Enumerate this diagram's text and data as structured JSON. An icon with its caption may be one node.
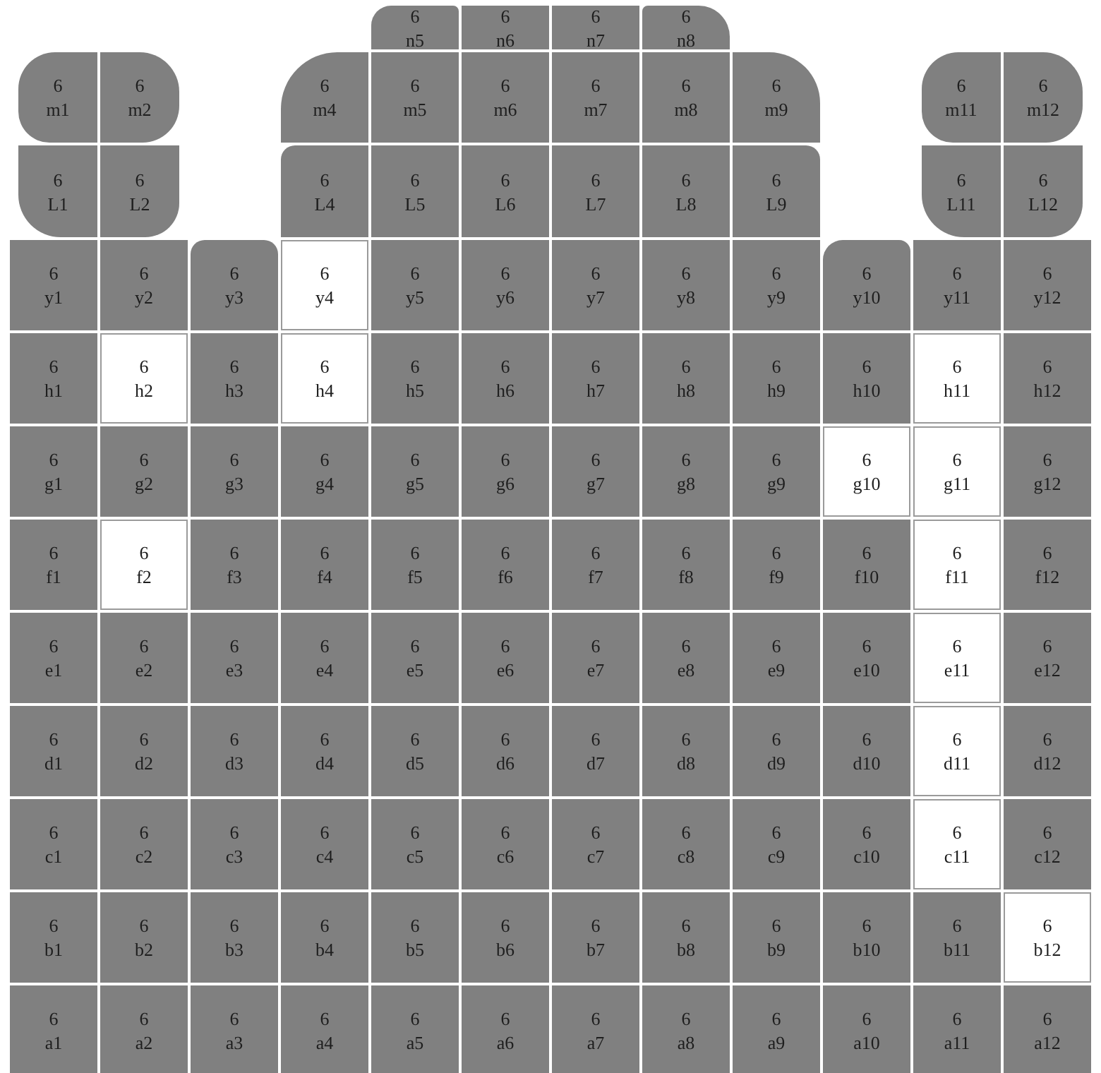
{
  "diagram": {
    "nodes": [
      {
        "text": [
          "6",
          "n5"
        ]
      },
      {
        "text": [
          "6",
          "n6"
        ]
      },
      {
        "text": [
          "6",
          "n7"
        ]
      },
      {
        "text": [
          "6",
          "n8"
        ]
      },
      {
        "text": [
          "6",
          "m1"
        ]
      },
      {
        "text": [
          "6",
          "m2"
        ]
      },
      {
        "text": [
          "6",
          "m4"
        ]
      },
      {
        "text": [
          "6",
          "m5"
        ]
      },
      {
        "text": [
          "6",
          "m6"
        ]
      },
      {
        "text": [
          "6",
          "m7"
        ]
      },
      {
        "text": [
          "6",
          "m8"
        ]
      },
      {
        "text": [
          "6",
          "m9"
        ]
      },
      {
        "text": [
          "6",
          "m11"
        ]
      },
      {
        "text": [
          "6",
          "m12"
        ]
      },
      {
        "text": [
          "6",
          "L1"
        ]
      },
      {
        "text": [
          "6",
          "L2"
        ]
      },
      {
        "text": [
          "6",
          "L4"
        ]
      },
      {
        "text": [
          "6",
          "L5"
        ]
      },
      {
        "text": [
          "6",
          "L6"
        ]
      },
      {
        "text": [
          "6",
          "L7"
        ]
      },
      {
        "text": [
          "6",
          "L8"
        ]
      },
      {
        "text": [
          "6",
          "L9"
        ]
      },
      {
        "text": [
          "6",
          "L11"
        ]
      },
      {
        "text": [
          "6",
          "L12"
        ]
      },
      {
        "text": [
          "6",
          "y1"
        ]
      },
      {
        "text": [
          "6",
          "y2"
        ]
      },
      {
        "text": [
          "6",
          "y3"
        ]
      },
      {
        "text": [
          "6",
          "y4"
        ]
      },
      {
        "text": [
          "6",
          "y5"
        ]
      },
      {
        "text": [
          "6",
          "y6"
        ]
      },
      {
        "text": [
          "6",
          "y7"
        ]
      },
      {
        "text": [
          "6",
          "y8"
        ]
      },
      {
        "text": [
          "6",
          "y9"
        ]
      },
      {
        "text": [
          "6",
          "y10"
        ]
      },
      {
        "text": [
          "6",
          "y11"
        ]
      },
      {
        "text": [
          "6",
          "y12"
        ]
      },
      {
        "text": [
          "6",
          "h1"
        ]
      },
      {
        "text": [
          "6",
          "h2"
        ]
      },
      {
        "text": [
          "6",
          "h3"
        ]
      },
      {
        "text": [
          "6",
          "h4"
        ]
      },
      {
        "text": [
          "6",
          "h5"
        ]
      },
      {
        "text": [
          "6",
          "h6"
        ]
      },
      {
        "text": [
          "6",
          "h7"
        ]
      },
      {
        "text": [
          "6",
          "h8"
        ]
      },
      {
        "text": [
          "6",
          "h9"
        ]
      },
      {
        "text": [
          "6",
          "h10"
        ]
      },
      {
        "text": [
          "6",
          "h11"
        ]
      },
      {
        "text": [
          "6",
          "h12"
        ]
      },
      {
        "text": [
          "6",
          "g1"
        ]
      },
      {
        "text": [
          "6",
          "g2"
        ]
      },
      {
        "text": [
          "6",
          "g3"
        ]
      },
      {
        "text": [
          "6",
          "g4"
        ]
      },
      {
        "text": [
          "6",
          "g5"
        ]
      },
      {
        "text": [
          "6",
          "g6"
        ]
      },
      {
        "text": [
          "6",
          "g7"
        ]
      },
      {
        "text": [
          "6",
          "g8"
        ]
      },
      {
        "text": [
          "6",
          "g9"
        ]
      },
      {
        "text": [
          "6",
          "g10"
        ]
      },
      {
        "text": [
          "6",
          "g11"
        ]
      },
      {
        "text": [
          "6",
          "g12"
        ]
      },
      {
        "text": [
          "6",
          "f1"
        ]
      },
      {
        "text": [
          "6",
          "f2"
        ]
      },
      {
        "text": [
          "6",
          "f3"
        ]
      },
      {
        "text": [
          "6",
          "f4"
        ]
      },
      {
        "text": [
          "6",
          "f5"
        ]
      },
      {
        "text": [
          "6",
          "f6"
        ]
      },
      {
        "text": [
          "6",
          "f7"
        ]
      },
      {
        "text": [
          "6",
          "f8"
        ]
      },
      {
        "text": [
          "6",
          "f9"
        ]
      },
      {
        "text": [
          "6",
          "f10"
        ]
      },
      {
        "text": [
          "6",
          "f11"
        ]
      },
      {
        "text": [
          "6",
          "f12"
        ]
      },
      {
        "text": [
          "6",
          "e1"
        ]
      },
      {
        "text": [
          "6",
          "e2"
        ]
      },
      {
        "text": [
          "6",
          "e3"
        ]
      },
      {
        "text": [
          "6",
          "e4"
        ]
      },
      {
        "text": [
          "6",
          "e5"
        ]
      },
      {
        "text": [
          "6",
          "e6"
        ]
      },
      {
        "text": [
          "6",
          "e7"
        ]
      },
      {
        "text": [
          "6",
          "e8"
        ]
      },
      {
        "text": [
          "6",
          "e9"
        ]
      },
      {
        "text": [
          "6",
          "e10"
        ]
      },
      {
        "text": [
          "6",
          "e11"
        ]
      },
      {
        "text": [
          "6",
          "e12"
        ]
      },
      {
        "text": [
          "6",
          "d1"
        ]
      },
      {
        "text": [
          "6",
          "d2"
        ]
      },
      {
        "text": [
          "6",
          "d3"
        ]
      },
      {
        "text": [
          "6",
          "d4"
        ]
      },
      {
        "text": [
          "6",
          "d5"
        ]
      },
      {
        "text": [
          "6",
          "d6"
        ]
      },
      {
        "text": [
          "6",
          "d7"
        ]
      },
      {
        "text": [
          "6",
          "d8"
        ]
      },
      {
        "text": [
          "6",
          "d9"
        ]
      },
      {
        "text": [
          "6",
          "d10"
        ]
      },
      {
        "text": [
          "6",
          "d11"
        ]
      },
      {
        "text": [
          "6",
          "d12"
        ]
      },
      {
        "text": [
          "6",
          "c1"
        ]
      },
      {
        "text": [
          "6",
          "c2"
        ]
      },
      {
        "text": [
          "6",
          "c3"
        ]
      },
      {
        "text": [
          "6",
          "c4"
        ]
      },
      {
        "text": [
          "6",
          "c5"
        ]
      },
      {
        "text": [
          "6",
          "c6"
        ]
      },
      {
        "text": [
          "6",
          "c7"
        ]
      },
      {
        "text": [
          "6",
          "c8"
        ]
      },
      {
        "text": [
          "6",
          "c9"
        ]
      },
      {
        "text": [
          "6",
          "c10"
        ]
      },
      {
        "text": [
          "6",
          "c11"
        ]
      },
      {
        "text": [
          "6",
          "c12"
        ]
      },
      {
        "text": [
          "6",
          "b1"
        ]
      },
      {
        "text": [
          "6",
          "b2"
        ]
      },
      {
        "text": [
          "6",
          "b3"
        ]
      },
      {
        "text": [
          "6",
          "b4"
        ]
      },
      {
        "text": [
          "6",
          "b5"
        ]
      },
      {
        "text": [
          "6",
          "b6"
        ]
      },
      {
        "text": [
          "6",
          "b7"
        ]
      },
      {
        "text": [
          "6",
          "b8"
        ]
      },
      {
        "text": [
          "6",
          "b9"
        ]
      },
      {
        "text": [
          "6",
          "b10"
        ]
      },
      {
        "text": [
          "6",
          "b11"
        ]
      },
      {
        "text": [
          "6",
          "b12"
        ]
      },
      {
        "text": [
          "6",
          "a1"
        ]
      },
      {
        "text": [
          "6",
          "a2"
        ]
      },
      {
        "text": [
          "6",
          "a3"
        ]
      },
      {
        "text": [
          "6",
          "a4"
        ]
      },
      {
        "text": [
          "6",
          "a5"
        ]
      },
      {
        "text": [
          "6",
          "a6"
        ]
      },
      {
        "text": [
          "6",
          "a7"
        ]
      },
      {
        "text": [
          "6",
          "a8"
        ]
      },
      {
        "text": [
          "6",
          "a9"
        ]
      },
      {
        "text": [
          "6",
          "a10"
        ]
      },
      {
        "text": [
          "6",
          "a11"
        ]
      },
      {
        "text": [
          "6",
          "a12"
        ]
      }
    ]
  }
}
